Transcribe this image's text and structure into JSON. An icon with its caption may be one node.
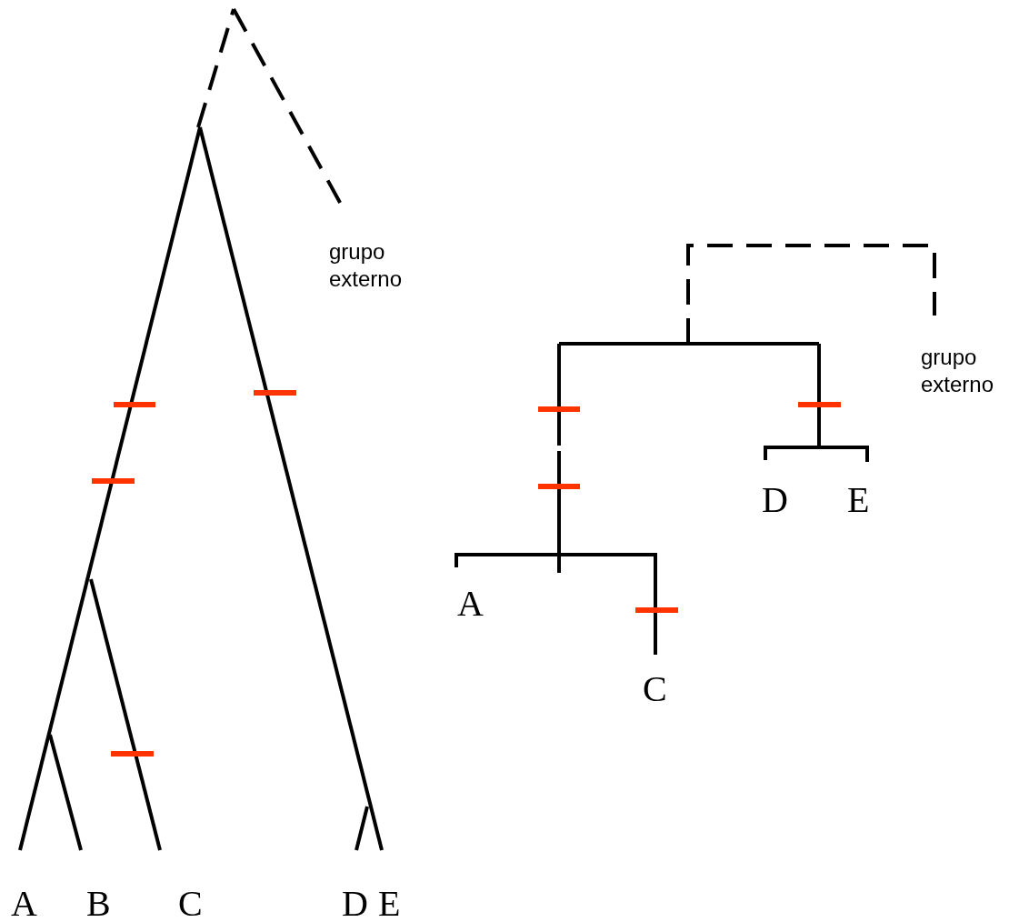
{
  "diagram": {
    "labels": [
      "grupo externo",
      "A",
      "B",
      "C",
      "D",
      "E",
      "grupo externo",
      "D",
      "E",
      "A",
      "C"
    ]
  }
}
